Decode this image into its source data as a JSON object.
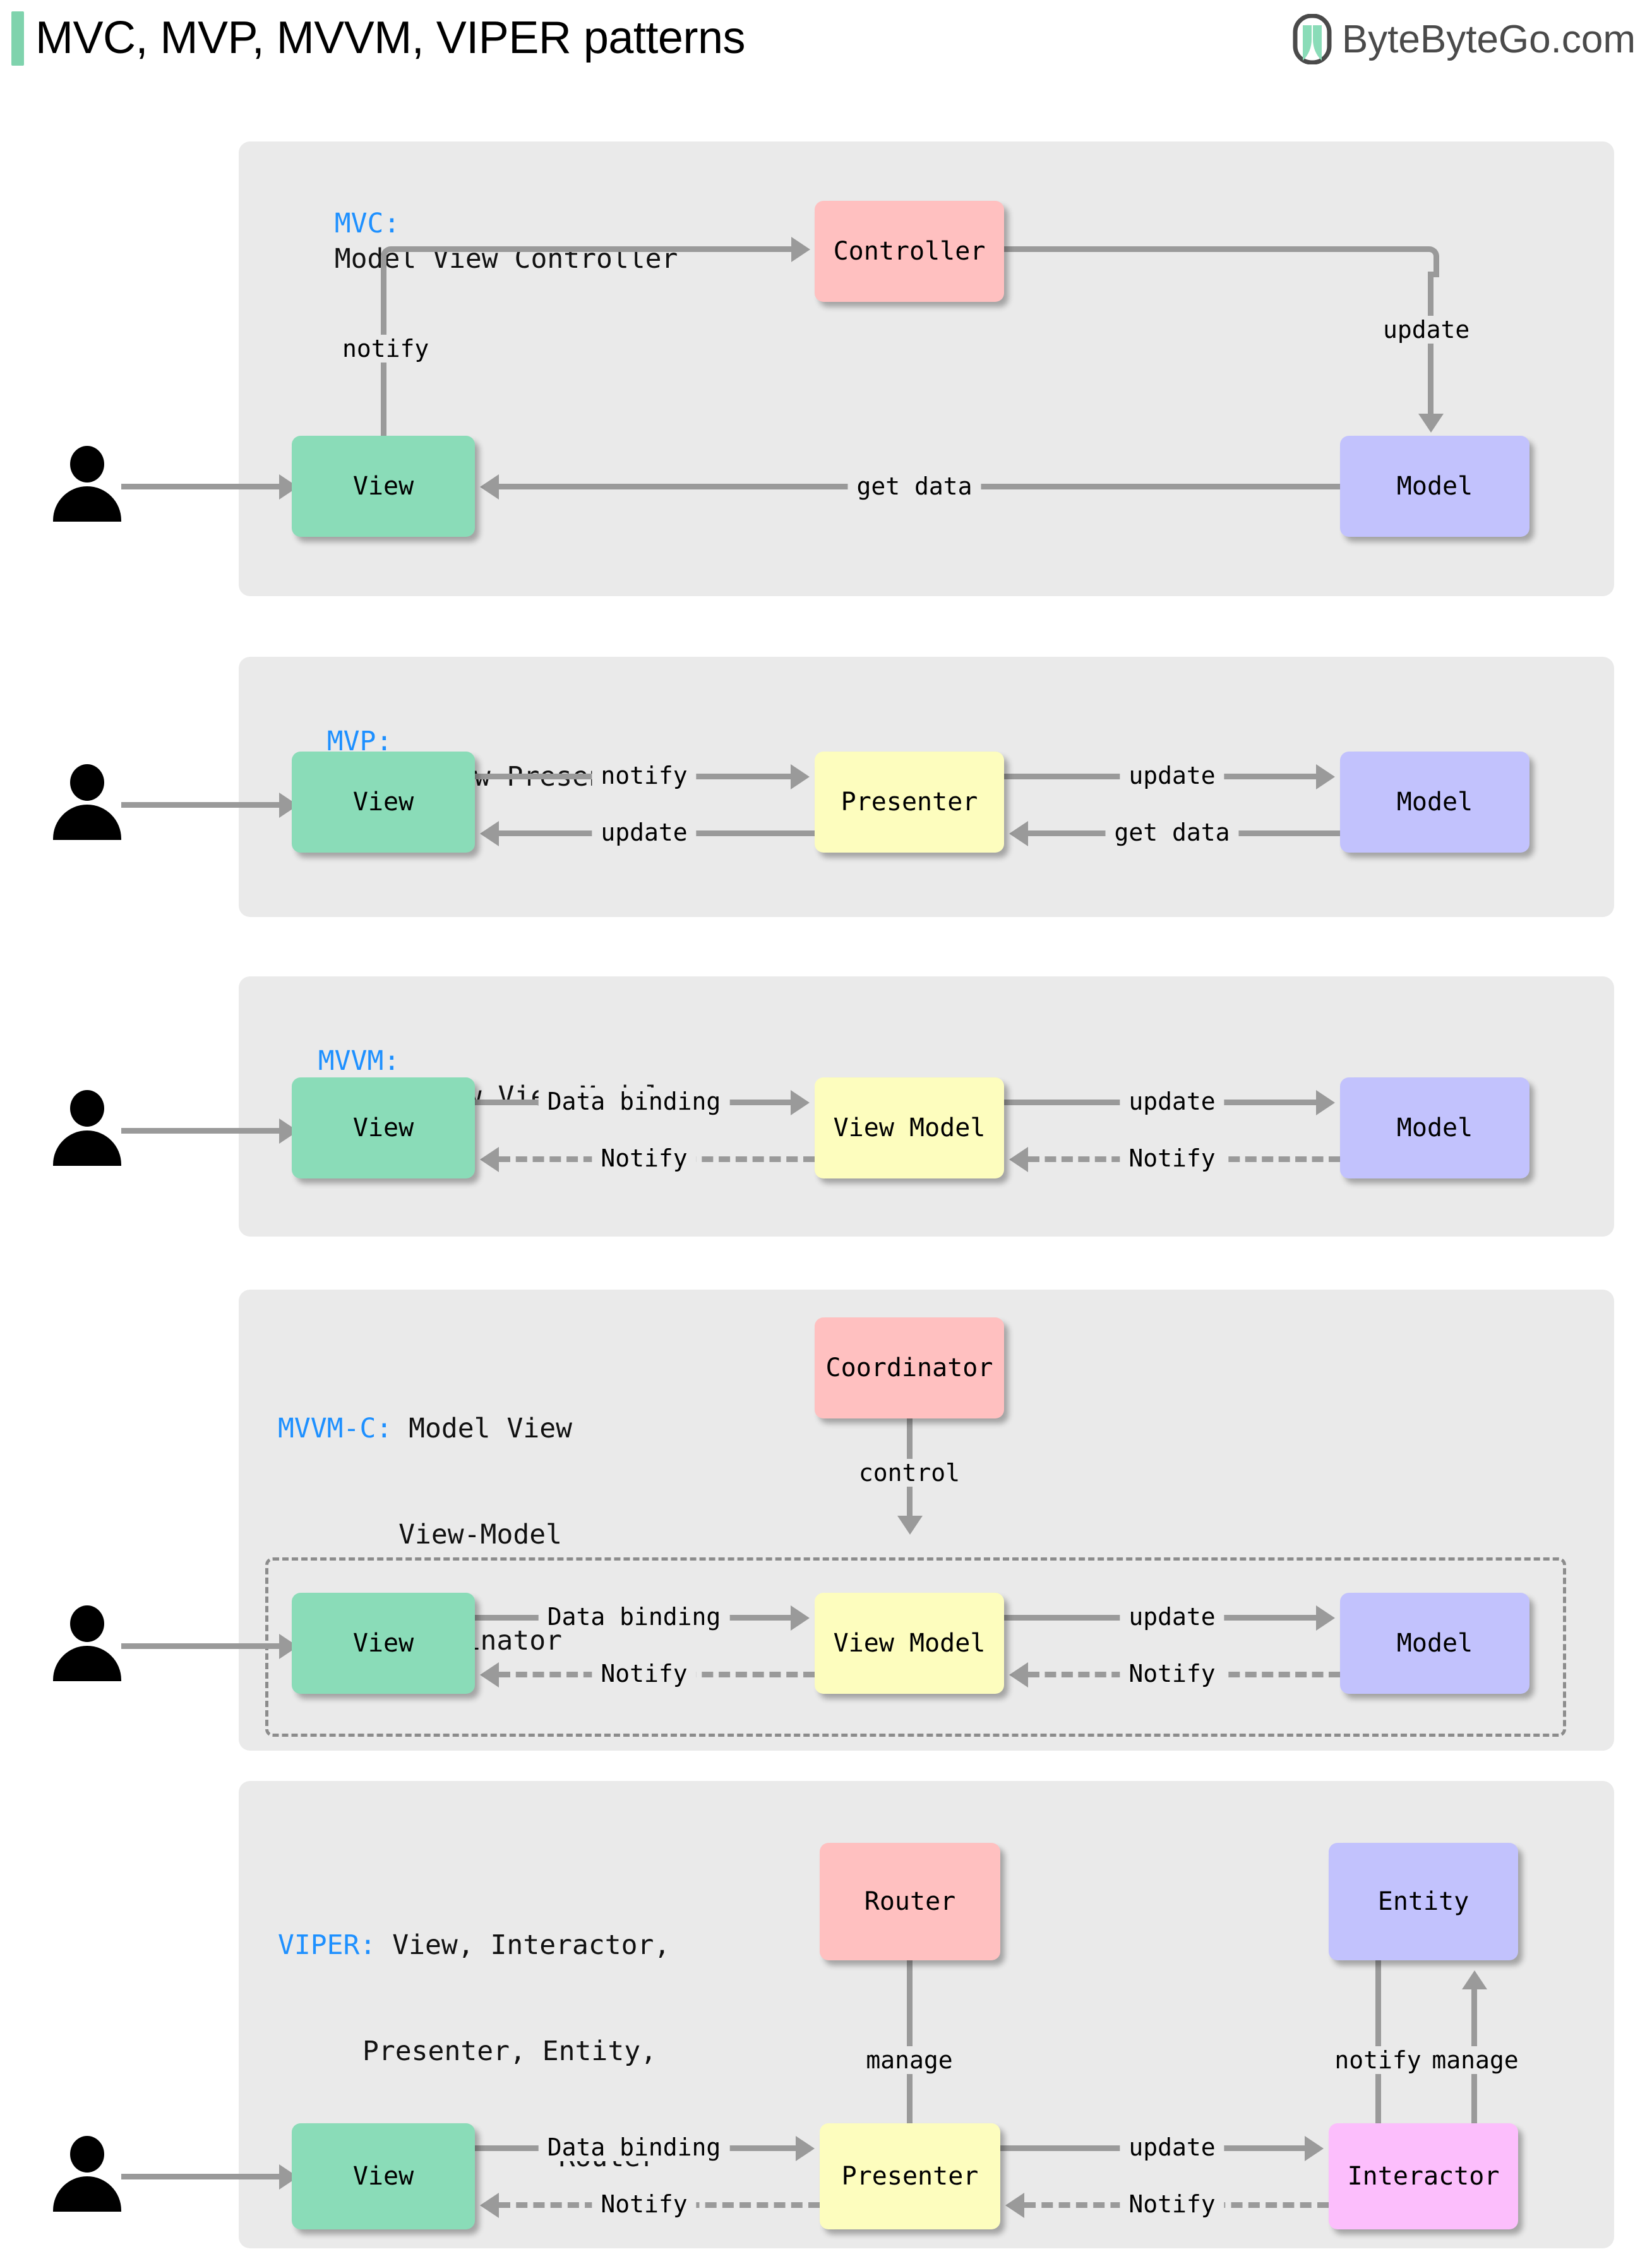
{
  "header": {
    "title": "MVC, MVP, MVVM, VIPER patterns",
    "brand_text": "ByteByteGo.com",
    "brand_logo_name": "bytebytego-logo",
    "accent_color": "#7fd3ad"
  },
  "colors": {
    "panel_bg": "#eaeaea",
    "view": "#8adcb8",
    "model": "#c2c2fd",
    "controller": "#ffc0c0",
    "presenter": "#fdfdbe",
    "interactor": "#fcbefc",
    "connector": "#9a9a9a",
    "tag_blue": "#1e90ff"
  },
  "sections": [
    {
      "id": "mvc",
      "tag": "MVC:",
      "title_lines": [
        "Model View Controller"
      ],
      "actor": "user-actor",
      "nodes": [
        {
          "id": "view",
          "label": "View",
          "color": "view"
        },
        {
          "id": "controller",
          "label": "Controller",
          "color": "controller"
        },
        {
          "id": "model",
          "label": "Model",
          "color": "model"
        }
      ],
      "edges": [
        {
          "from": "actor",
          "to": "view",
          "label": "",
          "style": "solid"
        },
        {
          "from": "view",
          "to": "controller",
          "label": "notify",
          "style": "solid"
        },
        {
          "from": "controller",
          "to": "model",
          "label": "update",
          "style": "solid"
        },
        {
          "from": "model",
          "to": "view",
          "label": "get data",
          "style": "solid"
        }
      ]
    },
    {
      "id": "mvp",
      "tag": "MVP:",
      "title_lines": [
        "Model View Presenter"
      ],
      "actor": "user-actor",
      "nodes": [
        {
          "id": "view",
          "label": "View",
          "color": "view"
        },
        {
          "id": "presenter",
          "label": "Presenter",
          "color": "presenter"
        },
        {
          "id": "model",
          "label": "Model",
          "color": "model"
        }
      ],
      "edges": [
        {
          "from": "actor",
          "to": "view",
          "label": "",
          "style": "solid"
        },
        {
          "from": "view",
          "to": "presenter",
          "label": "notify",
          "style": "solid"
        },
        {
          "from": "presenter",
          "to": "view",
          "label": "update",
          "style": "solid"
        },
        {
          "from": "presenter",
          "to": "model",
          "label": "update",
          "style": "solid"
        },
        {
          "from": "model",
          "to": "presenter",
          "label": "get data",
          "style": "solid"
        }
      ]
    },
    {
      "id": "mvvm",
      "tag": "MVVM:",
      "title_lines": [
        "Model View View-Model"
      ],
      "actor": "user-actor",
      "nodes": [
        {
          "id": "view",
          "label": "View",
          "color": "view"
        },
        {
          "id": "view_model",
          "label": "View Model",
          "color": "presenter"
        },
        {
          "id": "model",
          "label": "Model",
          "color": "model"
        }
      ],
      "edges": [
        {
          "from": "actor",
          "to": "view",
          "label": "",
          "style": "solid"
        },
        {
          "from": "view",
          "to": "view_model",
          "label": "Data binding",
          "style": "solid"
        },
        {
          "from": "view_model",
          "to": "view",
          "label": "Notify",
          "style": "dashed"
        },
        {
          "from": "view_model",
          "to": "model",
          "label": "update",
          "style": "solid"
        },
        {
          "from": "model",
          "to": "view_model",
          "label": "Notify",
          "style": "dashed"
        }
      ]
    },
    {
      "id": "mvvmc",
      "tag": "MVVM-C:",
      "title_lines": [
        "Model View",
        "View-Model",
        "Coordinator"
      ],
      "actor": "user-actor",
      "nodes": [
        {
          "id": "coordinator",
          "label": "Coordinator",
          "color": "controller"
        },
        {
          "id": "view",
          "label": "View",
          "color": "view"
        },
        {
          "id": "view_model",
          "label": "View Model",
          "color": "presenter"
        },
        {
          "id": "model",
          "label": "Model",
          "color": "model"
        }
      ],
      "edges": [
        {
          "from": "actor",
          "to": "view",
          "label": "",
          "style": "solid"
        },
        {
          "from": "coordinator",
          "to": "view_model",
          "label": "control",
          "style": "solid"
        },
        {
          "from": "view",
          "to": "view_model",
          "label": "Data binding",
          "style": "solid"
        },
        {
          "from": "view_model",
          "to": "view",
          "label": "Notify",
          "style": "dashed"
        },
        {
          "from": "view_model",
          "to": "model",
          "label": "update",
          "style": "solid"
        },
        {
          "from": "model",
          "to": "view_model",
          "label": "Notify",
          "style": "dashed"
        }
      ],
      "group_box": "mvvm-group-dashed-container"
    },
    {
      "id": "viper",
      "tag": "VIPER:",
      "title_lines": [
        "View, Interactor,",
        "Presenter, Entity,",
        "Router"
      ],
      "actor": "user-actor",
      "nodes": [
        {
          "id": "router",
          "label": "Router",
          "color": "controller"
        },
        {
          "id": "entity",
          "label": "Entity",
          "color": "model"
        },
        {
          "id": "view",
          "label": "View",
          "color": "view"
        },
        {
          "id": "presenter",
          "label": "Presenter",
          "color": "presenter"
        },
        {
          "id": "interactor",
          "label": "Interactor",
          "color": "interactor"
        }
      ],
      "edges": [
        {
          "from": "actor",
          "to": "view",
          "label": "",
          "style": "solid"
        },
        {
          "from": "router",
          "to": "presenter",
          "label": "manage",
          "style": "solid"
        },
        {
          "from": "view",
          "to": "presenter",
          "label": "Data binding",
          "style": "solid"
        },
        {
          "from": "presenter",
          "to": "view",
          "label": "Notify",
          "style": "dashed"
        },
        {
          "from": "presenter",
          "to": "interactor",
          "label": "update",
          "style": "solid"
        },
        {
          "from": "interactor",
          "to": "presenter",
          "label": "Notify",
          "style": "dashed"
        },
        {
          "from": "entity",
          "to": "interactor",
          "label": "notify",
          "style": "solid"
        },
        {
          "from": "interactor",
          "to": "entity",
          "label": "manage",
          "style": "solid"
        }
      ]
    }
  ]
}
